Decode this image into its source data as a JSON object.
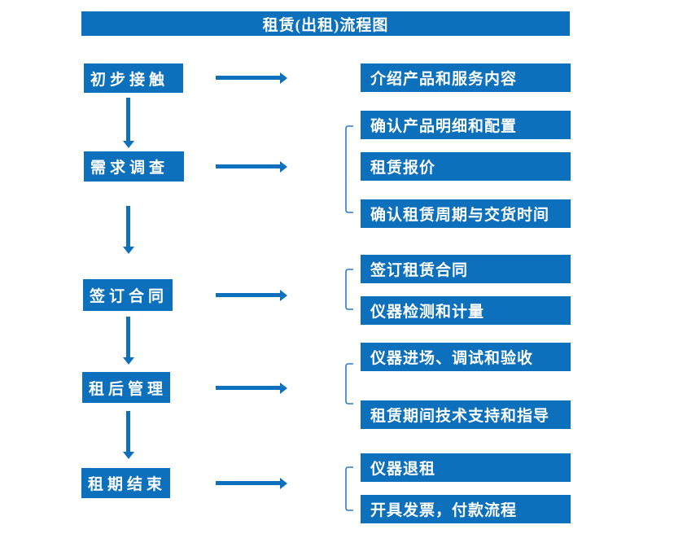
{
  "title": "租赁(出租)流程图",
  "colors": {
    "primary": "#0c70bd",
    "bracket": "#2d7ac4",
    "box_text": "#ffffff",
    "background": "#ffffff"
  },
  "steps": [
    {
      "label": "初步接触",
      "details": [
        "介绍产品和服务内容"
      ]
    },
    {
      "label": "需求调查",
      "details": [
        "确认产品明细和配置",
        "租赁报价",
        "确认租赁周期与交货时间"
      ]
    },
    {
      "label": "签订合同",
      "details": [
        "签订租赁合同",
        "仪器检测和计量"
      ]
    },
    {
      "label": "租后管理",
      "details": [
        "仪器进场、调试和验收",
        "租赁期间技术支持和指导"
      ]
    },
    {
      "label": "租期结束",
      "details": [
        "仪器退租",
        "开具发票，付款流程"
      ]
    }
  ]
}
